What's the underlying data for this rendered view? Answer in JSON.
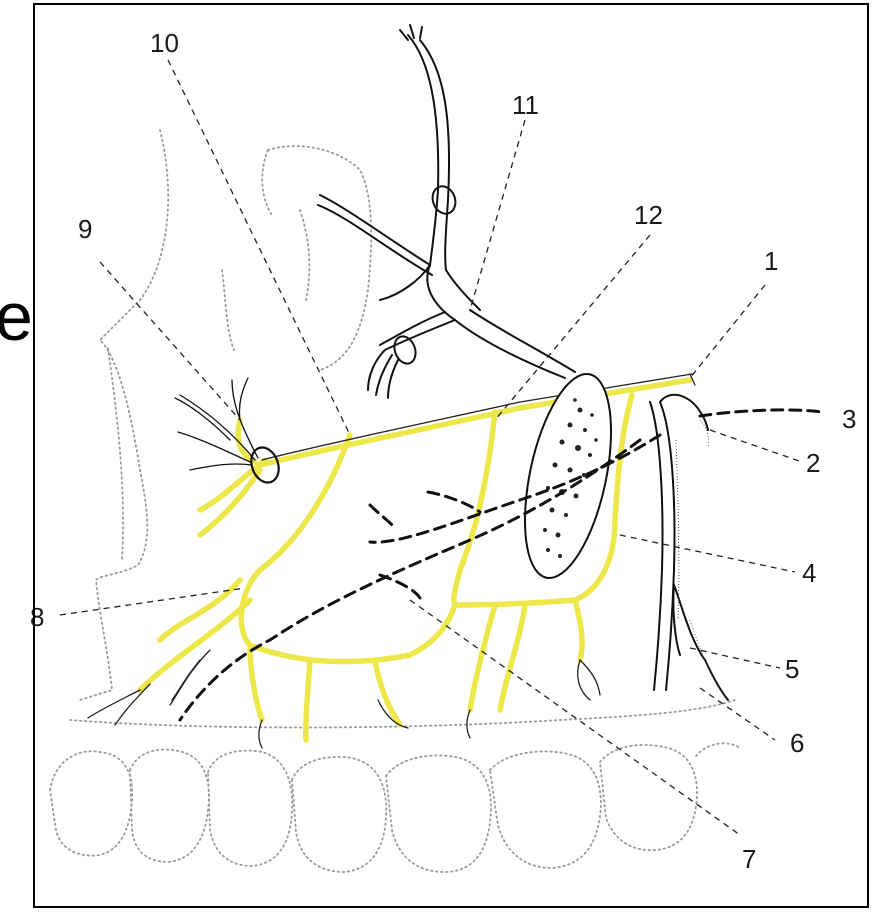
{
  "stray_letter": "e",
  "labels": {
    "l1": "1",
    "l2": "2",
    "l3": "3",
    "l4": "4",
    "l5": "5",
    "l6": "6",
    "l7": "7",
    "l8": "8",
    "l9": "9",
    "l10": "10",
    "l11": "11",
    "l12": "12"
  },
  "colors": {
    "nerve_yellow": "#ede74a",
    "outline": "#111111",
    "dotted": "#9a9a9a"
  }
}
